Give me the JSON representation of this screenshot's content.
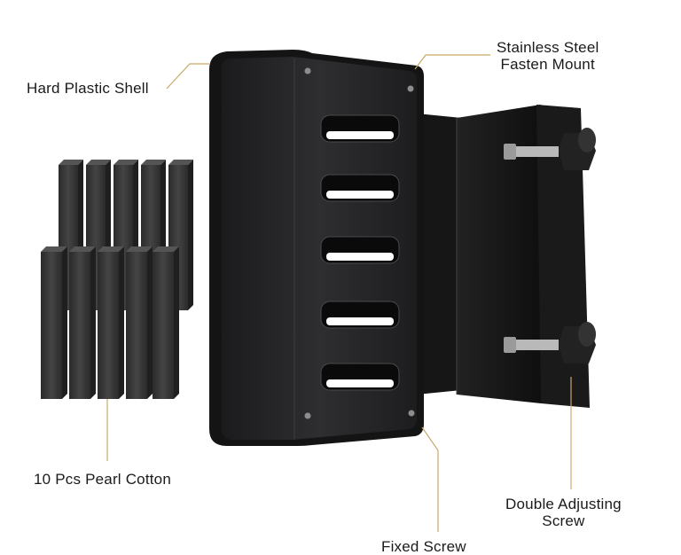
{
  "labels": {
    "shell": "Hard Plastic Shell",
    "mount_line1": "Stainless Steel",
    "mount_line2": "Fasten Mount",
    "cotton": "10 Pcs Pearl Cotton",
    "screw_line1": "Double Adjusting",
    "screw_line2": "Screw",
    "fixed_screw": "Fixed Screw"
  },
  "colors": {
    "leader_line": "#c8a96a",
    "shell": "#2a2a2c",
    "foam": "#3a3a3a"
  }
}
